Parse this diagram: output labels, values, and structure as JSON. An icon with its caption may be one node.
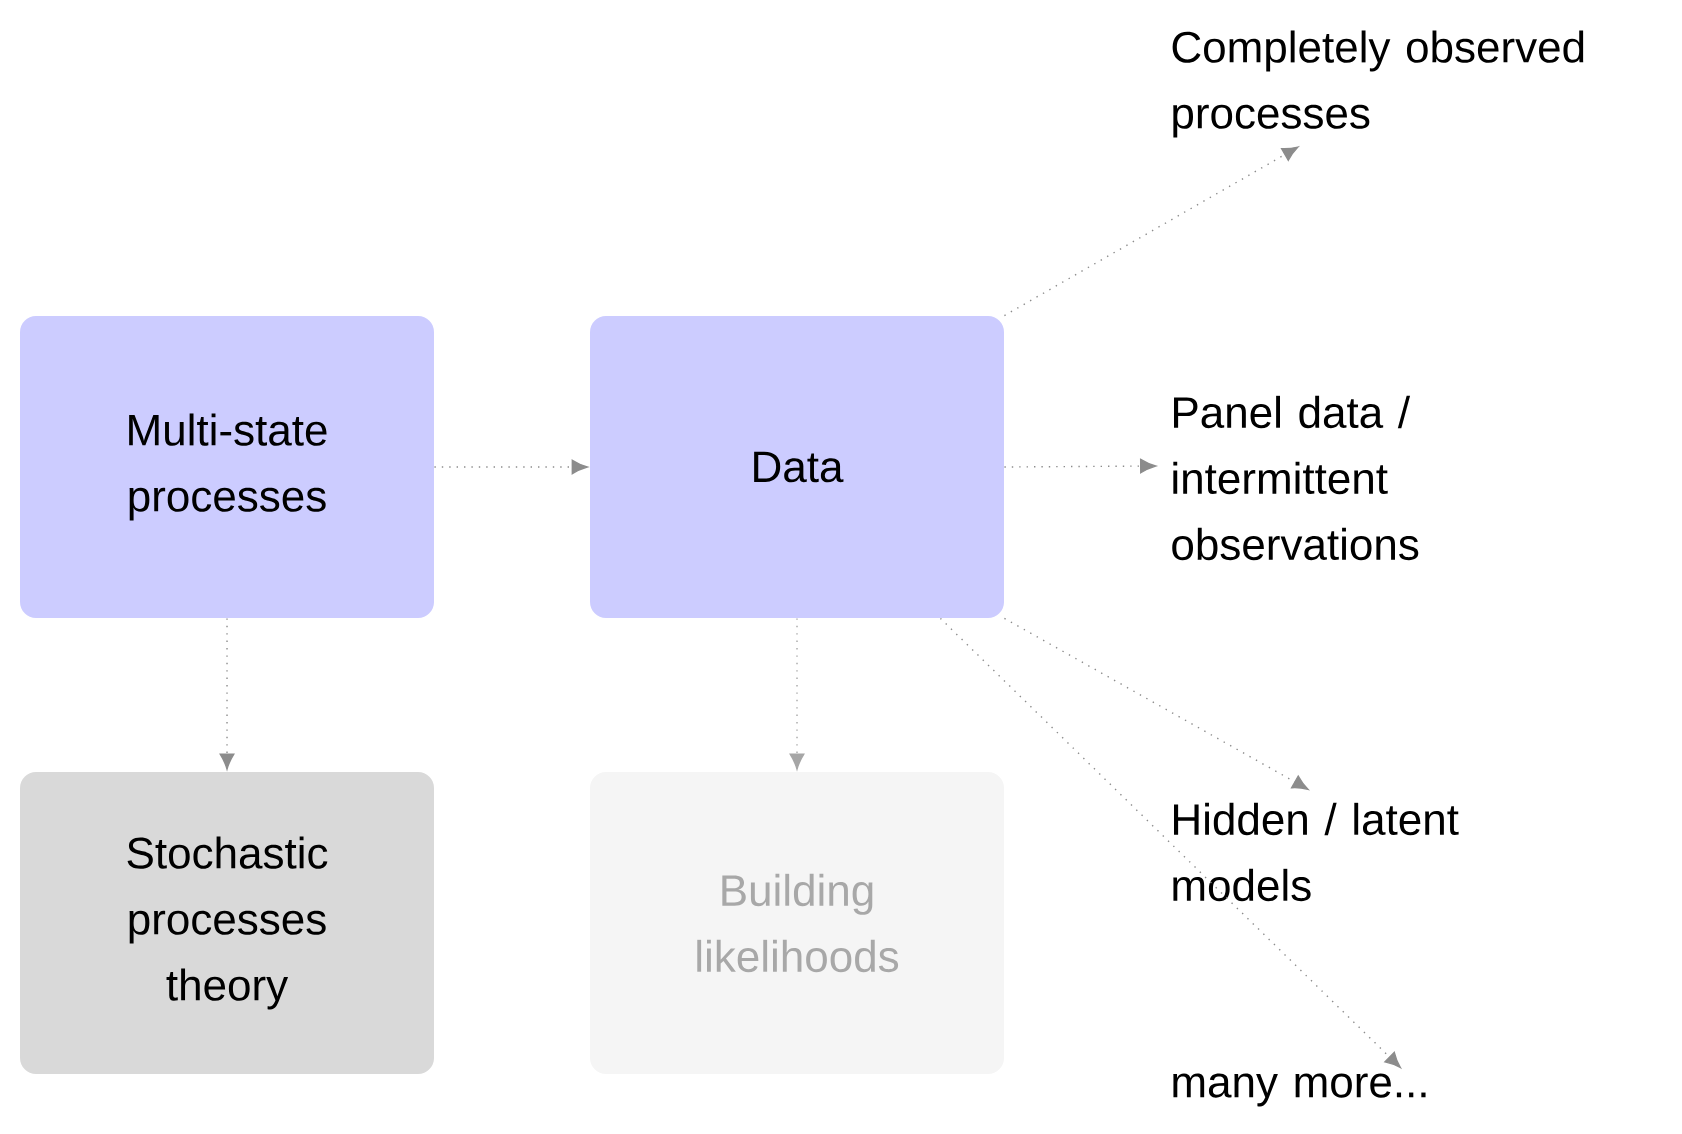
{
  "diagram": {
    "nodes": [
      {
        "text": [
          "Multi-state processes"
        ]
      },
      {
        "text": [
          "Data"
        ]
      },
      {
        "text": [
          "Stochastic processes theory"
        ]
      },
      {
        "text": [
          "Building likelihoods"
        ]
      },
      {
        "text": [
          "Completely observed processes"
        ]
      },
      {
        "text": [
          "Panel data / intermittent observations"
        ]
      },
      {
        "text": [
          "Hidden / latent models"
        ]
      },
      {
        "text": [
          "many more..."
        ]
      }
    ],
    "edges": [
      {
        "from": 0,
        "to": 1,
        "arrow": "to"
      },
      {
        "from": 0,
        "to": 2,
        "arrow": "to"
      },
      {
        "from": 1,
        "to": 3,
        "arrow": "to",
        "color": "#a6a6a6"
      },
      {
        "from": 1,
        "to": 4,
        "arrow": "to"
      },
      {
        "from": 1,
        "to": 5,
        "arrow": "to"
      },
      {
        "from": 1,
        "to": 6,
        "arrow": "to"
      },
      {
        "from": 1,
        "to": 7,
        "arrow": "to"
      }
    ]
  }
}
